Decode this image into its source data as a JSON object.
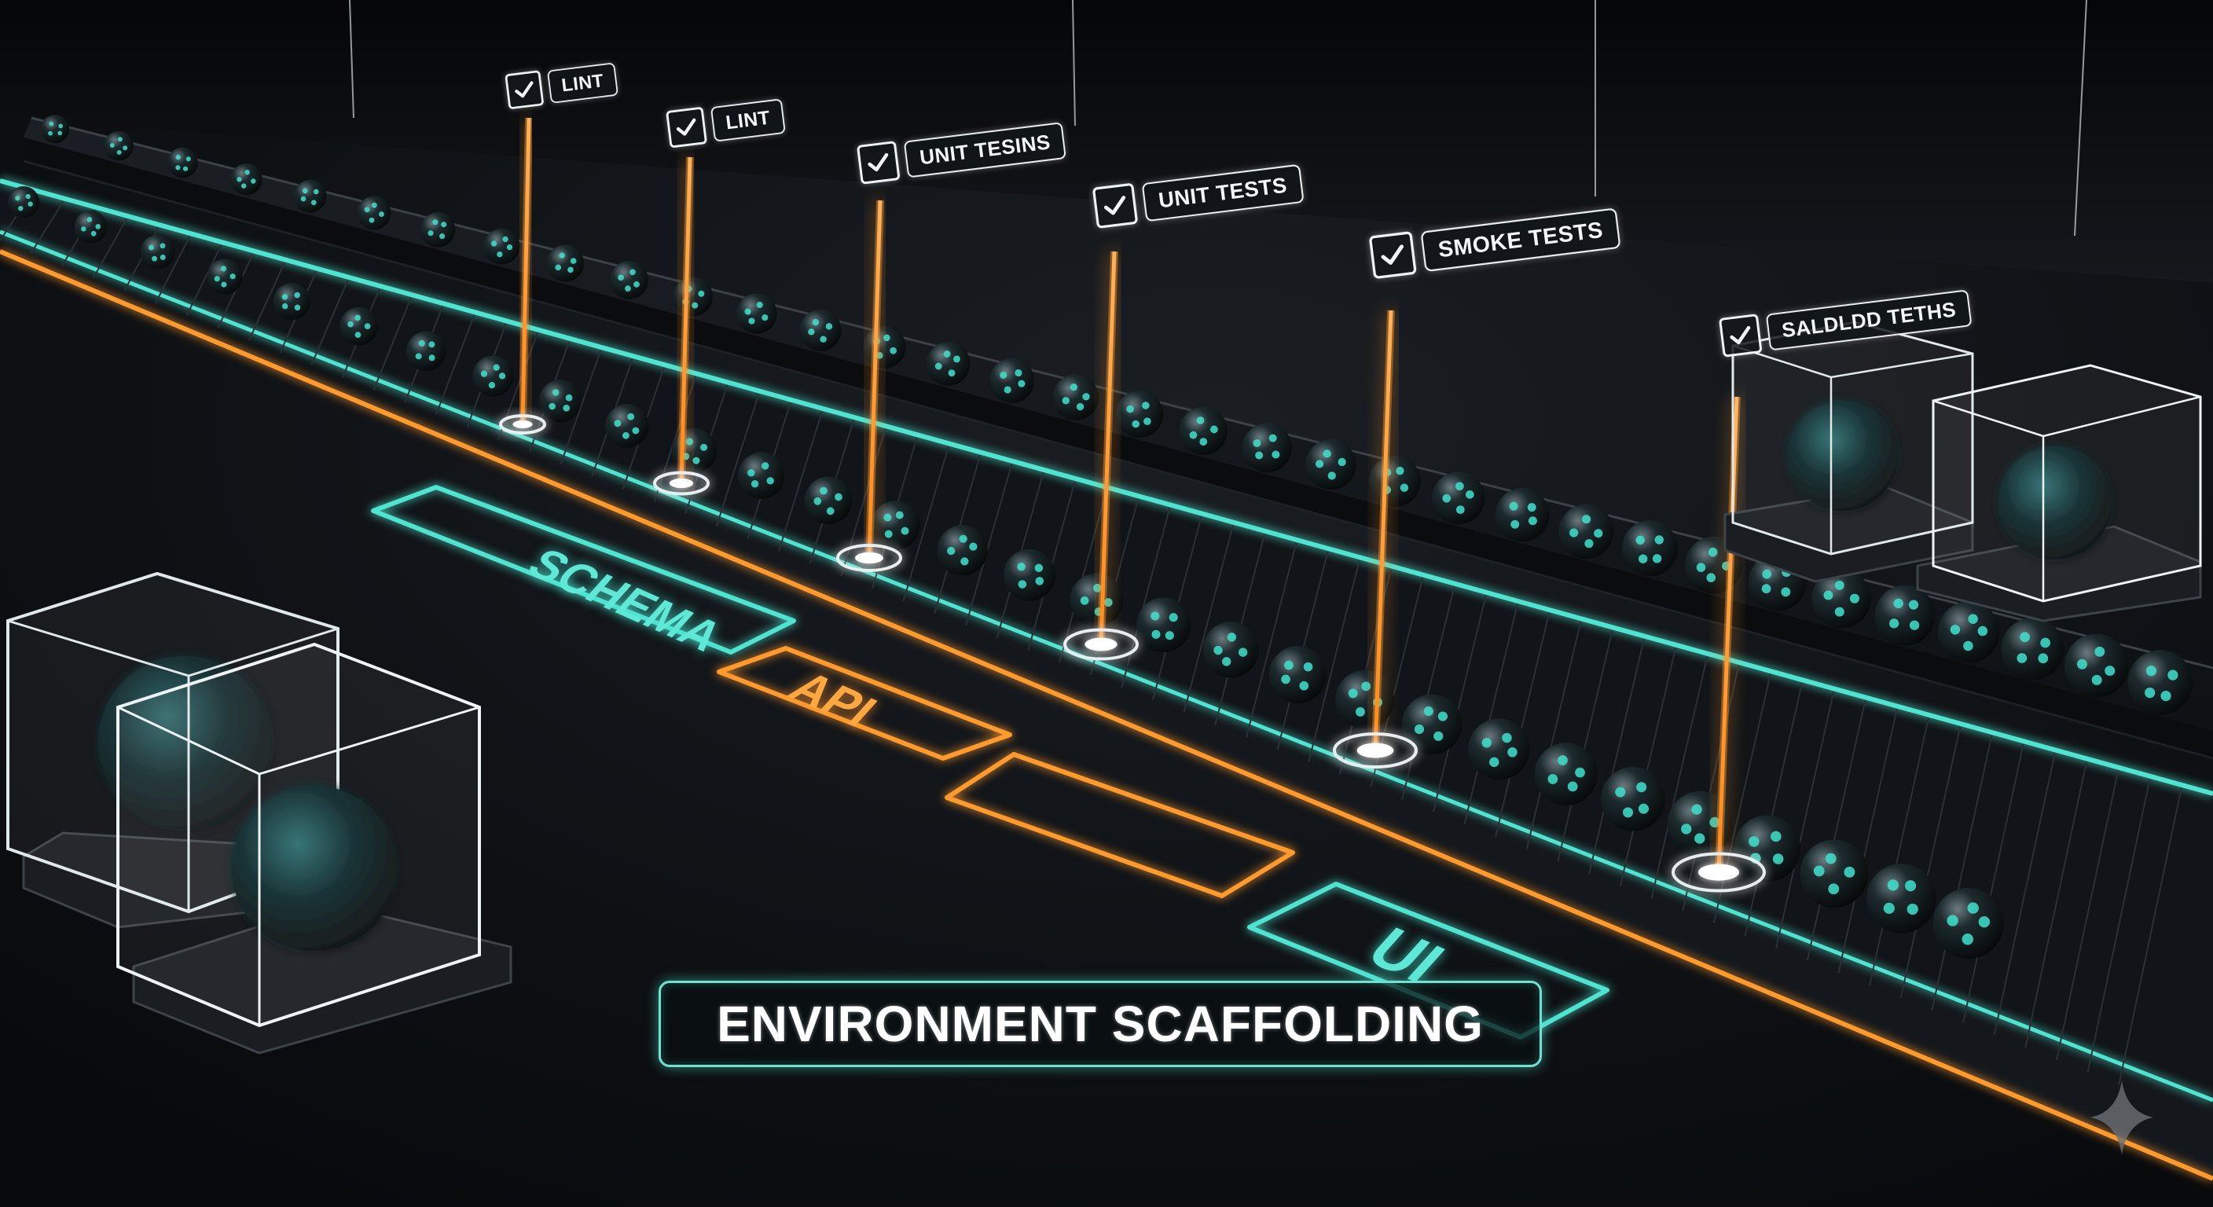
{
  "title": "ENVIRONMENT SCAFFOLDING",
  "gates": [
    {
      "label": "LINT",
      "status": "passed"
    },
    {
      "label": "LINT",
      "status": "passed"
    },
    {
      "label": "UNIT TESINS",
      "status": "passed"
    },
    {
      "label": "UNIT TESTS",
      "status": "passed"
    },
    {
      "label": "SMOKE TESTS",
      "status": "passed"
    },
    {
      "label": "SALDLDD TETHS",
      "status": "passed"
    }
  ],
  "pads": [
    {
      "label": "SCHEMA",
      "color": "teal"
    },
    {
      "label": "API",
      "color": "orange"
    },
    {
      "label": "",
      "color": "orange"
    },
    {
      "label": "UI",
      "color": "teal"
    }
  ],
  "colors": {
    "background": "#0b0d10",
    "teal_glow": "#4fe3d0",
    "orange_beam": "#ff9a2e",
    "check_white": "#eef3f5"
  },
  "icons": [
    "check-icon",
    "sparkle-icon"
  ]
}
